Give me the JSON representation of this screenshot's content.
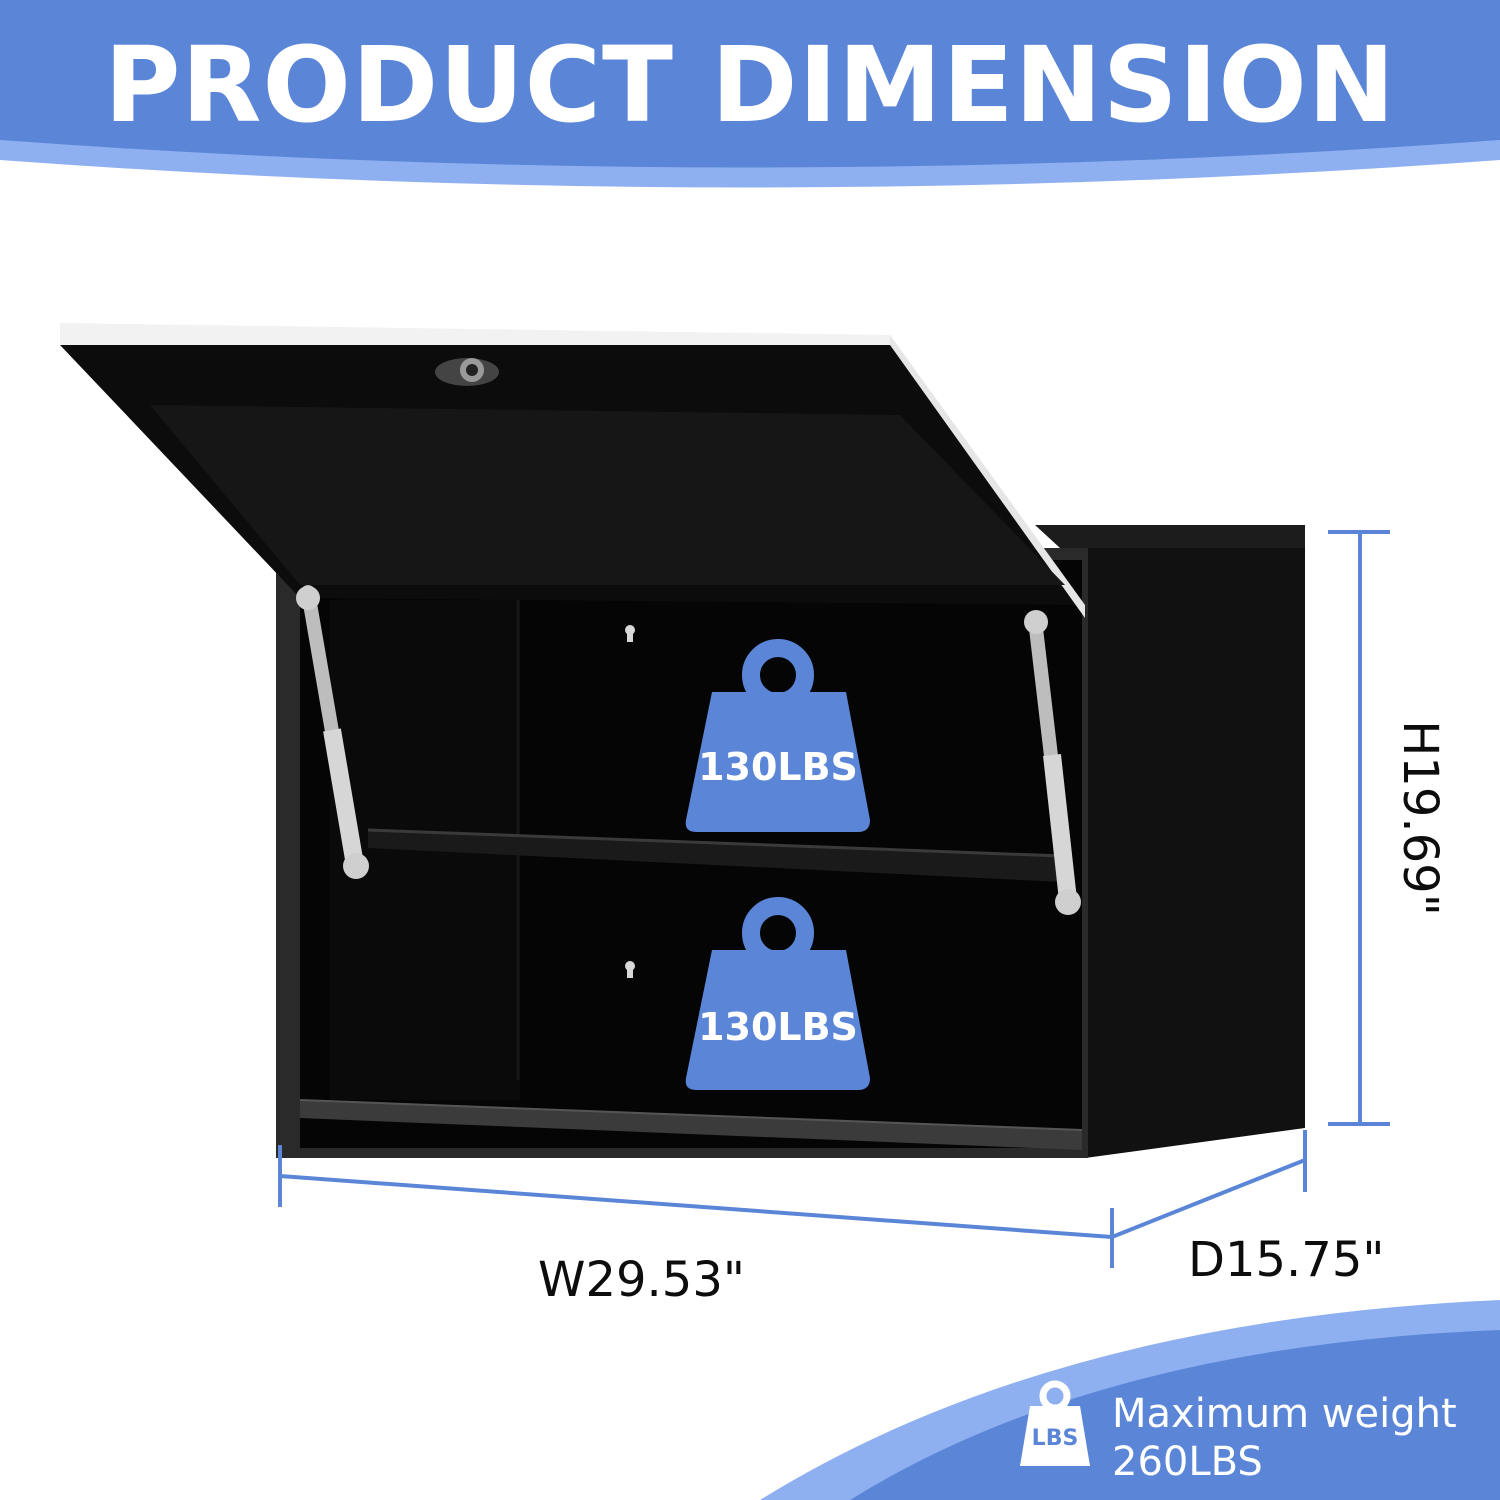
{
  "header": {
    "title": "PRODUCT DIMENSION"
  },
  "dimensions": {
    "height": "H19.69\"",
    "width": "W29.53\"",
    "depth": "D15.75\""
  },
  "shelf_loads": [
    {
      "label": "130LBS"
    },
    {
      "label": "130LBS"
    }
  ],
  "max_weight": {
    "line1": "Maximum weight",
    "line2": "260LBS",
    "badge": "LBS",
    "icon": "weight-icon"
  },
  "colors": {
    "accent": "#5b86d8",
    "accent_light": "#8fb0f0",
    "cabinet": "#0b0b0b"
  }
}
